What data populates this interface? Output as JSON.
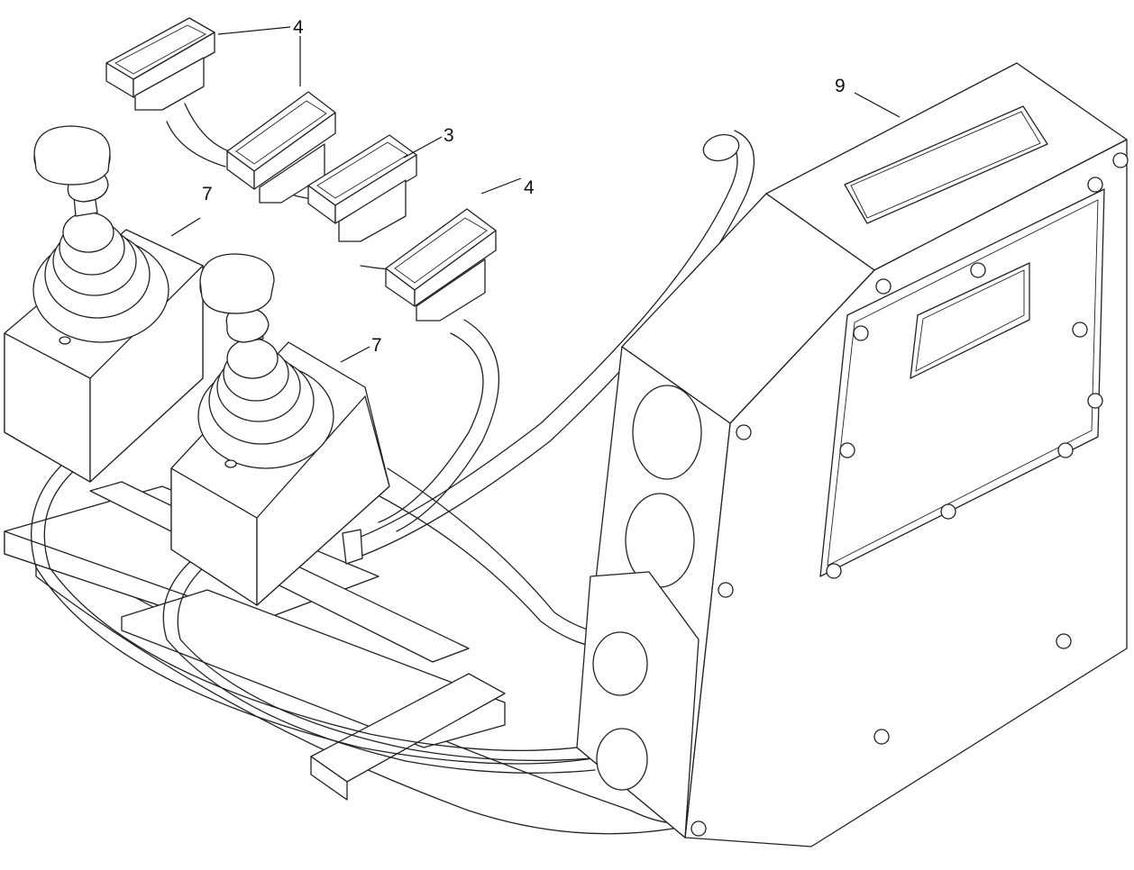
{
  "callouts": [
    {
      "id": "c1",
      "label": "4"
    },
    {
      "id": "c2",
      "label": "3"
    },
    {
      "id": "c3",
      "label": "4"
    },
    {
      "id": "c4",
      "label": "7"
    },
    {
      "id": "c5",
      "label": "7"
    },
    {
      "id": "c6",
      "label": "9"
    }
  ]
}
